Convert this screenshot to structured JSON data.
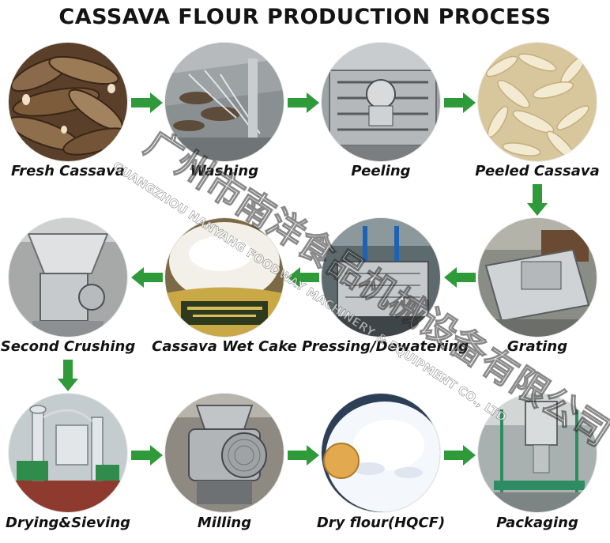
{
  "title": "CASSAVA FLOUR PRODUCTION PROCESS",
  "steps": [
    {
      "label": "Fresh Cassava"
    },
    {
      "label": "Washing"
    },
    {
      "label": "Peeling"
    },
    {
      "label": "Peeled Cassava"
    },
    {
      "label": "Grating"
    },
    {
      "label": "Pressing/Dewatering"
    },
    {
      "label": "Cassava Wet Cake"
    },
    {
      "label": "Second Crushing"
    },
    {
      "label": "Drying&Sieving"
    },
    {
      "label": "Milling"
    },
    {
      "label": "Dry flour(HQCF)"
    },
    {
      "label": "Packaging"
    }
  ],
  "watermark": {
    "company_en": "GUANGZHOU NANYANG FOODWAY MACHINERY & EQUIPMENT CO., LTD",
    "company_cn": "广州市南洋食品机械设备有限公司"
  },
  "colors": {
    "arrow": "#2e9a3a",
    "text": "#121212",
    "background": "#ffffff"
  }
}
